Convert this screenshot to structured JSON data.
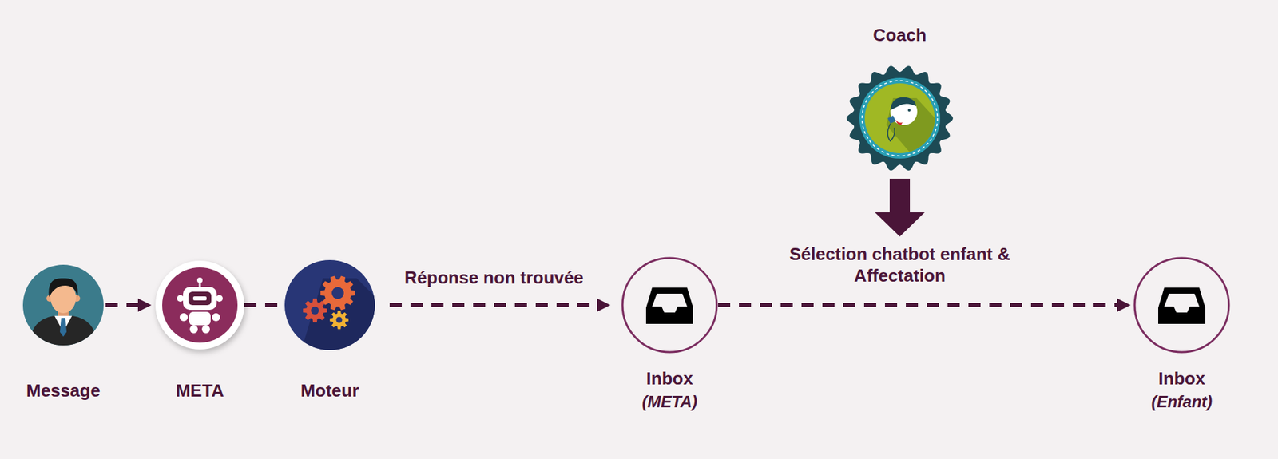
{
  "diagram": {
    "nodes": [
      {
        "text": [
          "Message"
        ]
      },
      {
        "text": [
          "META"
        ]
      },
      {
        "text": [
          "Moteur"
        ]
      },
      {
        "text": [
          "Inbox",
          "(META)"
        ]
      },
      {
        "text": [
          "Coach"
        ]
      },
      {
        "text": [
          "Inbox",
          "(Enfant)"
        ]
      }
    ],
    "edges": [
      {
        "from": 0,
        "to": 1,
        "arrow": "to"
      },
      {
        "from": 1,
        "to": 2,
        "arrow": "none"
      },
      {
        "from": 2,
        "to": 3,
        "label": "Réponse non trouvée",
        "arrow": "to"
      },
      {
        "from": 3,
        "to": 5,
        "label": "Sélection chatbot enfant & Affectation",
        "arrow": "to"
      }
    ]
  }
}
